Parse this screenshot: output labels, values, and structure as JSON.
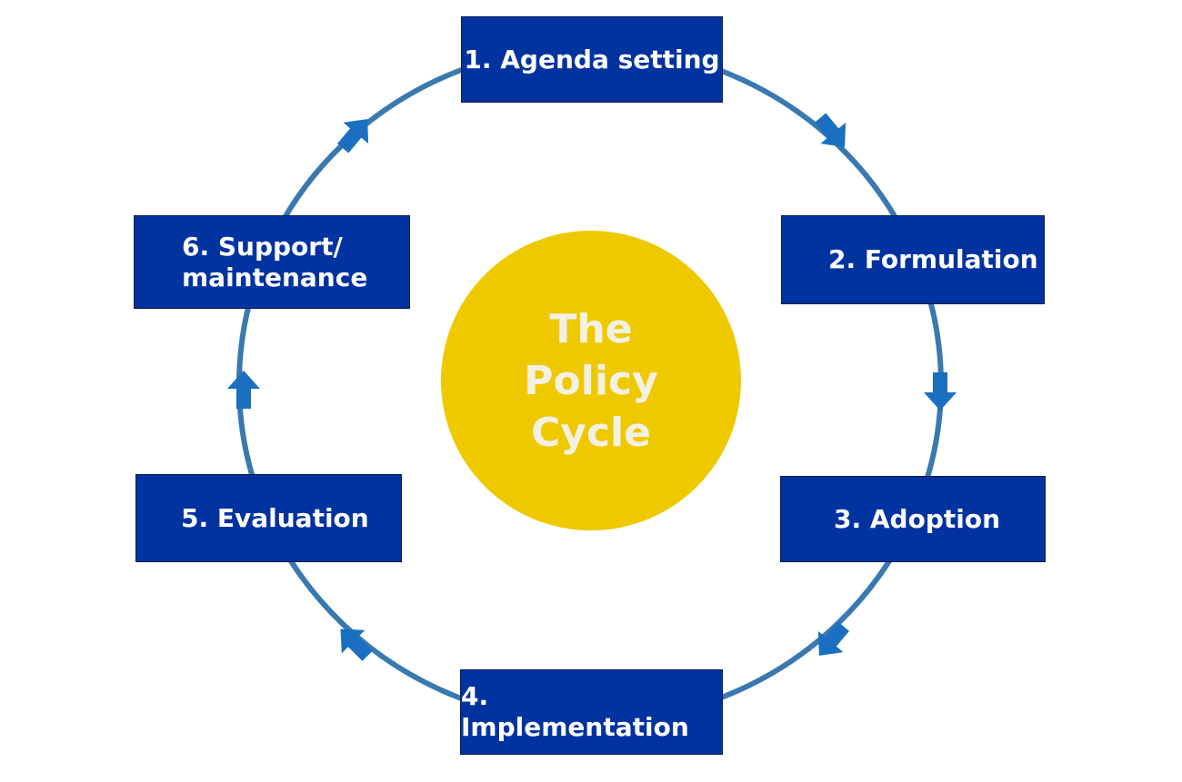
{
  "diagram": {
    "center_title": "The\nPolicy\nCycle",
    "stages": [
      {
        "label": "1. Agenda setting"
      },
      {
        "label": "2. Formulation"
      },
      {
        "label": "3. Adoption"
      },
      {
        "label": "4. Implementation"
      },
      {
        "label": "5. Evaluation"
      },
      {
        "label": "6. Support/\nmaintenance"
      }
    ],
    "colors": {
      "stage_fill": "#0033a0",
      "stage_text": "#ffffff",
      "center_fill": "#eec900",
      "center_text": "#f3f0e4",
      "cycle_line": "#3a79b0",
      "arrow": "#1a6fc0"
    }
  }
}
